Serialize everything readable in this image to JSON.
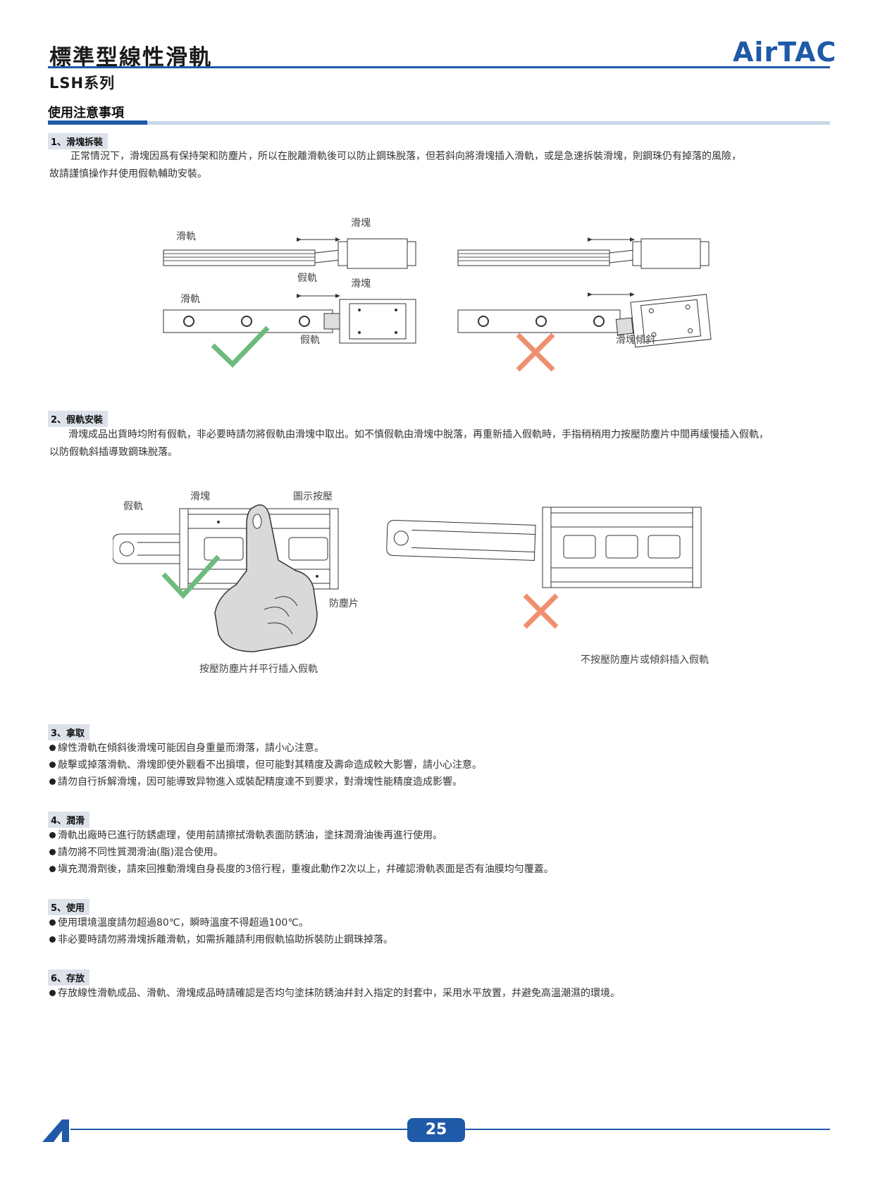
{
  "header": {
    "title": "標準型線性滑軌",
    "series": "LSH系列",
    "logo_text": "AirTAC"
  },
  "section_tab": "使用注意事項",
  "sections": [
    {
      "heading": "1、滑塊拆裝",
      "lines": [
        "正常情況下，滑塊因爲有保持架和防塵片，所以在脫離滑軌後可以防止鋼珠脫落，但若斜向將滑塊插入滑軌，或是急速拆裝滑塊，則鋼珠仍有掉落的風險，",
        "故請謹慎操作幷使用假軌輔助安裝。"
      ]
    },
    {
      "heading": "2、假軌安裝",
      "lines": [
        "滑塊成品出貨時均附有假軌，非必要時請勿將假軌由滑塊中取出。如不慎假軌由滑塊中脫落，再重新插入假軌時，手指稍稍用力按壓防塵片中間再緩慢插入假軌，",
        "以防假軌斜插導致鋼珠脫落。"
      ]
    },
    {
      "heading": "3、拿取",
      "bullets": [
        "線性滑軌在傾斜後滑塊可能因自身重量而滑落，請小心注意。",
        "敲擊或掉落滑軌、滑塊即使外觀看不出損壞，但可能對其精度及壽命造成較大影響，請小心注意。",
        "請勿自行拆解滑塊，因可能導致异物進入或裝配精度達不到要求，對滑塊性能精度造成影響。"
      ]
    },
    {
      "heading": "4、潤滑",
      "bullets": [
        "滑軌出廠時已進行防銹處理，使用前請擦拭滑軌表面防銹油，塗抹潤滑油後再進行使用。",
        "請勿將不同性質潤滑油(脂)混合使用。",
        "塡充潤滑劑後，請來回推動滑塊自身長度的3倍行程，重複此動作2次以上，幷確認滑軌表面是否有油膜均勻覆蓋。"
      ]
    },
    {
      "heading": "5、使用",
      "bullets": [
        "使用環境溫度請勿超過80℃，瞬時溫度不得超過100℃。",
        "非必要時請勿將滑塊拆離滑軌，如需拆離請利用假軌協助拆裝防止鋼珠掉落。"
      ]
    },
    {
      "heading": "6、存放",
      "bullets": [
        "存放線性滑軌成品、滑軌、滑塊成品時請確認是否均勻塗抹防銹油幷封入指定的封套中，采用水平放置，幷避免高溫潮濕的環境。"
      ]
    }
  ],
  "figure1": {
    "label_rail_top": "滑軌",
    "label_block_top": "滑塊",
    "label_dummy_top": "假軌",
    "label_block_mid": "滑塊",
    "label_rail_bottom": "滑軌",
    "label_dummy_bottom": "假軌",
    "label_tilted": "滑塊傾斜"
  },
  "figure2": {
    "label_dummy": "假軌",
    "label_block": "滑塊",
    "label_press": "圖示按壓",
    "label_seal": "防塵片",
    "caption_ok": "按壓防塵片幷平行插入假軌",
    "caption_ng": "不按壓防塵片或傾斜插入假軌"
  },
  "footer": {
    "page": "25"
  },
  "colors": {
    "brand": "#1f5aa8",
    "check": "#6dbb7e",
    "cross": "#ef8f6e"
  }
}
